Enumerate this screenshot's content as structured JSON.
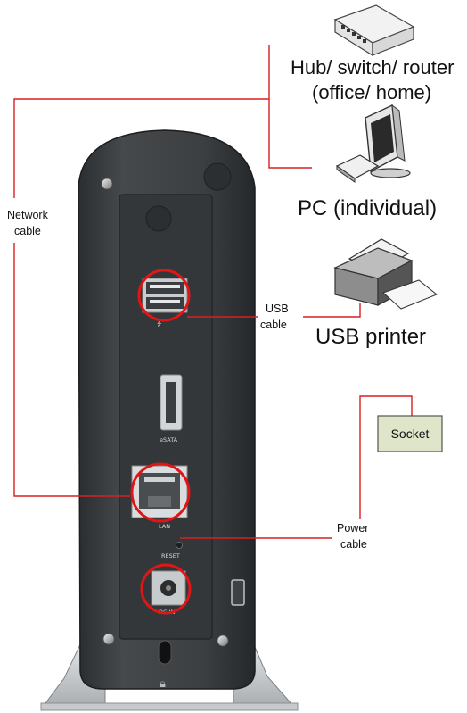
{
  "devices": {
    "hub_line1": "Hub/ switch/ router",
    "hub_line2": "(office/ home)",
    "pc": "PC (individual)",
    "printer": "USB printer",
    "socket": "Socket"
  },
  "cables": {
    "network_line1": "Network",
    "network_line2": "cable",
    "usb_line1": "USB",
    "usb_line2": "cable",
    "power_line1": "Power",
    "power_line2": "cable"
  },
  "ports": {
    "esata": "eSATA",
    "lan": "LAN",
    "reset": "RESET",
    "dcin": "DC IN"
  },
  "colors": {
    "cable": "#d82020",
    "device_body": "#3a3d3f",
    "socket_fill": "#dfe5c9"
  }
}
